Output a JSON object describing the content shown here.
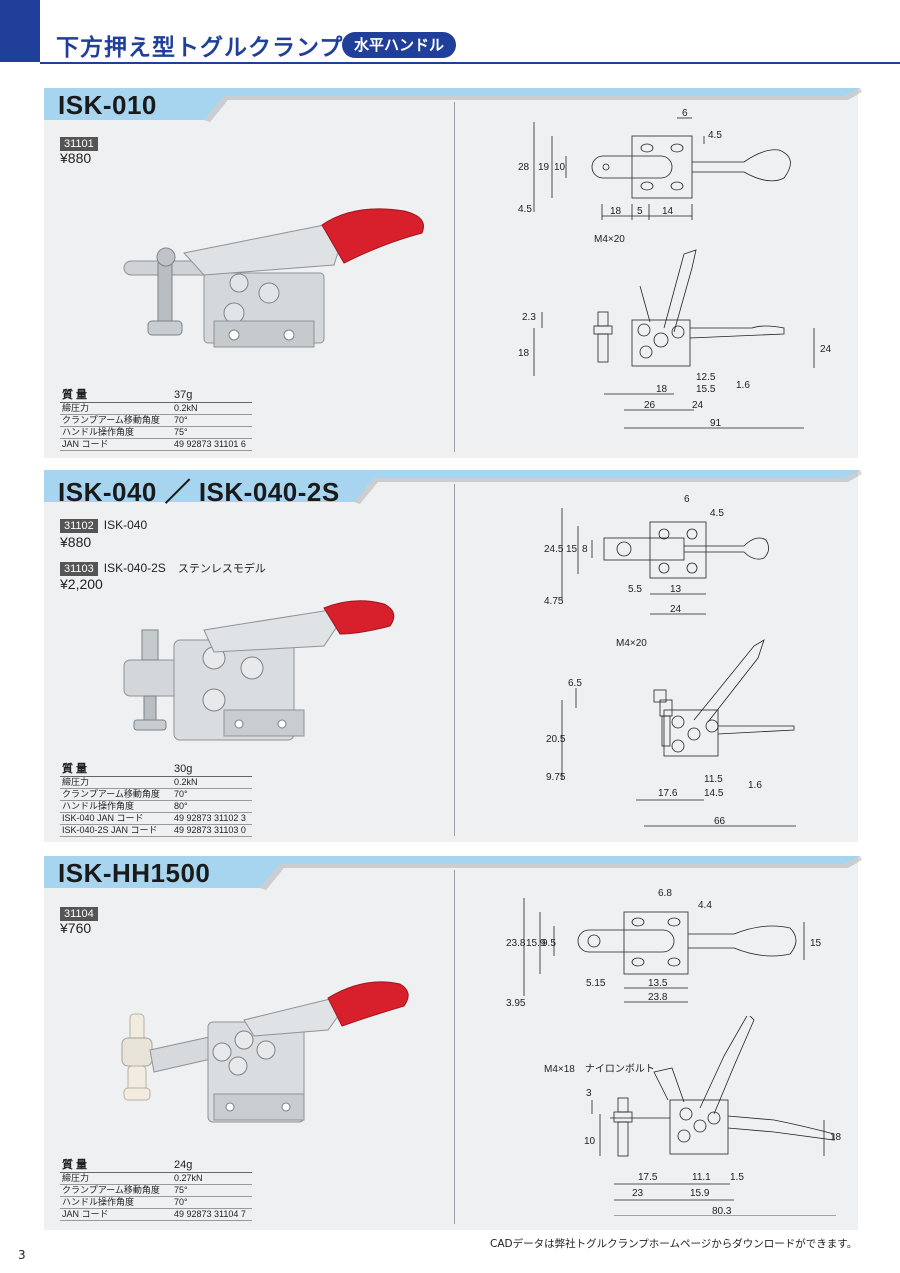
{
  "header": {
    "title": "下方押え型トグルクランプ",
    "badge": "水平ハンドル"
  },
  "colors": {
    "brand": "#1f3f9a",
    "tab": "#a7d4ee",
    "handle": "#d8202c"
  },
  "sections": [
    {
      "model": "ISK-010",
      "variants": [
        {
          "code": "31101",
          "label": "",
          "note": "",
          "price": "¥880"
        }
      ],
      "specs": [
        {
          "label": "質 量",
          "value": "37g"
        },
        {
          "label": "締圧力",
          "value": "0.2kN"
        },
        {
          "label": "クランプアーム移動角度",
          "value": "70°"
        },
        {
          "label": "ハンドル操作角度",
          "value": "75°"
        },
        {
          "label": "JAN コード",
          "value": "49 92873 31101 6"
        }
      ],
      "top_dims": [
        "6",
        "4.5",
        "28",
        "19",
        "10",
        "4.5",
        "18",
        "5",
        "14"
      ],
      "side_dims": {
        "bolt": "M4×20",
        "v1": "2.3",
        "v2": "18",
        "right": "24",
        "d1": "12.5",
        "d2": "15.5",
        "d3": "1.6",
        "d4": "18",
        "d5": "26",
        "d6": "24",
        "total": "91"
      }
    },
    {
      "model": "ISK-040 ／ ISK-040-2S",
      "variants": [
        {
          "code": "31102",
          "label": "ISK-040",
          "note": "",
          "price": "¥880"
        },
        {
          "code": "31103",
          "label": "ISK-040-2S",
          "note": "ステンレスモデル",
          "price": "¥2,200"
        }
      ],
      "specs": [
        {
          "label": "質 量",
          "value": "30g"
        },
        {
          "label": "締圧力",
          "value": "0.2kN"
        },
        {
          "label": "クランプアーム移動角度",
          "value": "70°"
        },
        {
          "label": "ハンドル操作角度",
          "value": "80°"
        },
        {
          "label": "ISK-040 JAN コード",
          "value": "49 92873 31102 3"
        },
        {
          "label": "ISK-040-2S JAN コード",
          "value": "49 92873 31103 0"
        }
      ],
      "top_dims": [
        "6",
        "4.5",
        "24.5",
        "15",
        "8",
        "4.75",
        "5.5",
        "13",
        "24"
      ],
      "side_dims": {
        "bolt": "M4×20",
        "v1": "6.5",
        "v2": "20.5",
        "v3": "9.75",
        "d1": "11.5",
        "d2": "14.5",
        "d3": "1.6",
        "d4": "17.6",
        "total": "66"
      }
    },
    {
      "model": "ISK-HH1500",
      "variants": [
        {
          "code": "31104",
          "label": "",
          "note": "",
          "price": "¥760"
        }
      ],
      "specs": [
        {
          "label": "質 量",
          "value": "24g"
        },
        {
          "label": "締圧力",
          "value": "0.27kN"
        },
        {
          "label": "クランプアーム移動角度",
          "value": "75°"
        },
        {
          "label": "ハンドル操作角度",
          "value": "70°"
        },
        {
          "label": "JAN コード",
          "value": "49 92873 31104 7"
        }
      ],
      "top_dims": [
        "6.8",
        "4.4",
        "23.8",
        "15.9",
        "9.5",
        "3.95",
        "5.15",
        "13.5",
        "23.8",
        "15"
      ],
      "side_dims": {
        "bolt": "M4×18　ナイロンボルト",
        "v1": "3",
        "v2": "10",
        "right": "18",
        "d1": "17.5",
        "d2": "11.1",
        "d3": "1.5",
        "d4": "23",
        "d5": "15.9",
        "total": "80.3"
      }
    }
  ],
  "footer": {
    "note": "CADデータは弊社トグルクランプホームページからダウンロードができます。",
    "page": "3"
  }
}
